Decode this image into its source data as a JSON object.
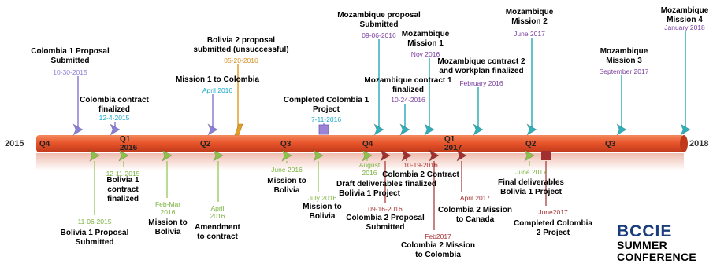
{
  "years": {
    "start": "2015",
    "end": "2018"
  },
  "quarters": [
    "Q4",
    "Q1\n2016",
    "Q2",
    "Q3",
    "Q4",
    "Q1\n2017",
    "Q2",
    "Q3"
  ],
  "logo": {
    "line1": "BCCIE",
    "line2": "SUMMER",
    "line3": "CONFERENCE"
  },
  "colors": {
    "bar": "#e8552b",
    "bar_dark": "#c0391b",
    "colombia1": "#8a7fd6",
    "bolivia1": "#8bc34a",
    "bolivia2": "#e0a02a",
    "mozambique": "#2fb0b8",
    "colombia2": "#a03030",
    "square_purple": "#9b84d6",
    "date_purple": "#8a7fd6",
    "date_cyan": "#1aa9c9",
    "date_green": "#7cb342",
    "date_orange": "#d4901f",
    "date_violet": "#7b3fa0",
    "date_red": "#a83232"
  },
  "events_above": [
    {
      "id": "colombia1-proposal",
      "label": "Colombia 1 Proposal\nSubmitted",
      "date": "10-30-2015",
      "date_color": "date_purple",
      "marker": "colombia1"
    },
    {
      "id": "colombia-contract",
      "label": "Colombia contract\nfinalized",
      "date": "12-4-2015",
      "date_color": "date_cyan",
      "marker": "colombia1"
    },
    {
      "id": "bolivia2-proposal",
      "label": "Bolivia 2 proposal\nsubmitted (unsuccessful)",
      "date": "05-20-2016",
      "date_color": "date_orange",
      "marker": "bolivia2"
    },
    {
      "id": "mission1-colombia",
      "label": "Mission 1 to Colombia",
      "date": "April 2016",
      "date_color": "date_cyan",
      "marker": "colombia1"
    },
    {
      "id": "completed-colombia1",
      "label": "Completed Colombia 1\nProject",
      "date": "7-11-2016",
      "date_color": "date_cyan",
      "marker": "square_purple"
    },
    {
      "id": "moz-proposal",
      "label": "Mozambique proposal\nSubmitted",
      "date": "09-06-2016",
      "date_color": "date_violet",
      "marker": "mozambique"
    },
    {
      "id": "moz-mission1",
      "label": "Mozambique\nMission 1",
      "date": "Nov 2016",
      "date_color": "date_violet",
      "marker": "mozambique"
    },
    {
      "id": "moz-contract1",
      "label": "Mozambique contract 1\nfinalized",
      "date": "10-24-2016",
      "date_color": "date_violet",
      "marker": "mozambique"
    },
    {
      "id": "moz-contract2",
      "label": "Mozambique contract 2\nand workplan finalized",
      "date": "February 2016",
      "date_color": "date_violet",
      "marker": "mozambique"
    },
    {
      "id": "moz-mission2",
      "label": "Mozambique\nMission 2",
      "date": "June 2017",
      "date_color": "date_violet",
      "marker": "mozambique"
    },
    {
      "id": "moz-mission3",
      "label": "Mozambique\nMission 3",
      "date": "September 2017",
      "date_color": "date_violet",
      "marker": "mozambique"
    },
    {
      "id": "moz-mission4",
      "label": "Mozambique\nMission 4",
      "date": "January 2018",
      "date_color": "date_violet",
      "marker": "mozambique"
    }
  ],
  "events_below": [
    {
      "id": "bolivia1-proposal",
      "label": "Bolivia 1 Proposal\nSubmitted",
      "date": "11-06-2015",
      "date_color": "date_green",
      "marker": "bolivia1"
    },
    {
      "id": "bolivia1-contract",
      "label": "Bolivia 1\ncontract\nfinalized",
      "date": "12-11-2015",
      "date_color": "date_green",
      "marker": "bolivia1"
    },
    {
      "id": "mission-bolivia-febmar",
      "label": "Mission to\nBolivia",
      "date": "Feb-Mar\n2016",
      "date_color": "date_green",
      "marker": "bolivia1"
    },
    {
      "id": "amendment",
      "label": "Amendment\nto contract",
      "date": "April\n2016",
      "date_color": "date_green",
      "marker": "bolivia1"
    },
    {
      "id": "mission-bolivia-june",
      "label": "Mission to\nBolivia",
      "date": "June 2016",
      "date_color": "date_green",
      "marker": "bolivia1"
    },
    {
      "id": "mission-bolivia-july",
      "label": "Mission to\nBolivia",
      "date": "July 2016",
      "date_color": "date_green",
      "marker": "bolivia1"
    },
    {
      "id": "draft-deliverables",
      "label": "Draft deliverables\nBolivia 1 Project",
      "date": "August\n2016",
      "date_color": "date_green",
      "marker": "bolivia1"
    },
    {
      "id": "colombia2-proposal",
      "label": "Colombia 2 Proposal\nSubmitted",
      "date": "09-16-2016",
      "date_color": "date_red",
      "marker": "colombia2"
    },
    {
      "id": "colombia2-contract",
      "label": "Colombia 2 Contract\nfinalized",
      "date": "10-19-2016",
      "date_color": "date_red",
      "marker": "colombia2"
    },
    {
      "id": "colombia2-mission-colombia",
      "label": "Colombia 2 Mission\nto Colombia",
      "date": "Feb2017",
      "date_color": "date_red",
      "marker": "colombia2"
    },
    {
      "id": "colombia2-mission-canada",
      "label": "Colombia 2 Mission\nto Canada",
      "date": "April 2017",
      "date_color": "date_red",
      "marker": "colombia2"
    },
    {
      "id": "final-deliverables",
      "label": "Final deliverables\nBolivia 1 Project",
      "date": "June 2017",
      "date_color": "date_green",
      "marker": "bolivia1"
    },
    {
      "id": "completed-colombia2",
      "label": "Completed Colombia\n2 Project",
      "date": "June2017",
      "date_color": "date_red",
      "marker": "colombia2"
    }
  ]
}
